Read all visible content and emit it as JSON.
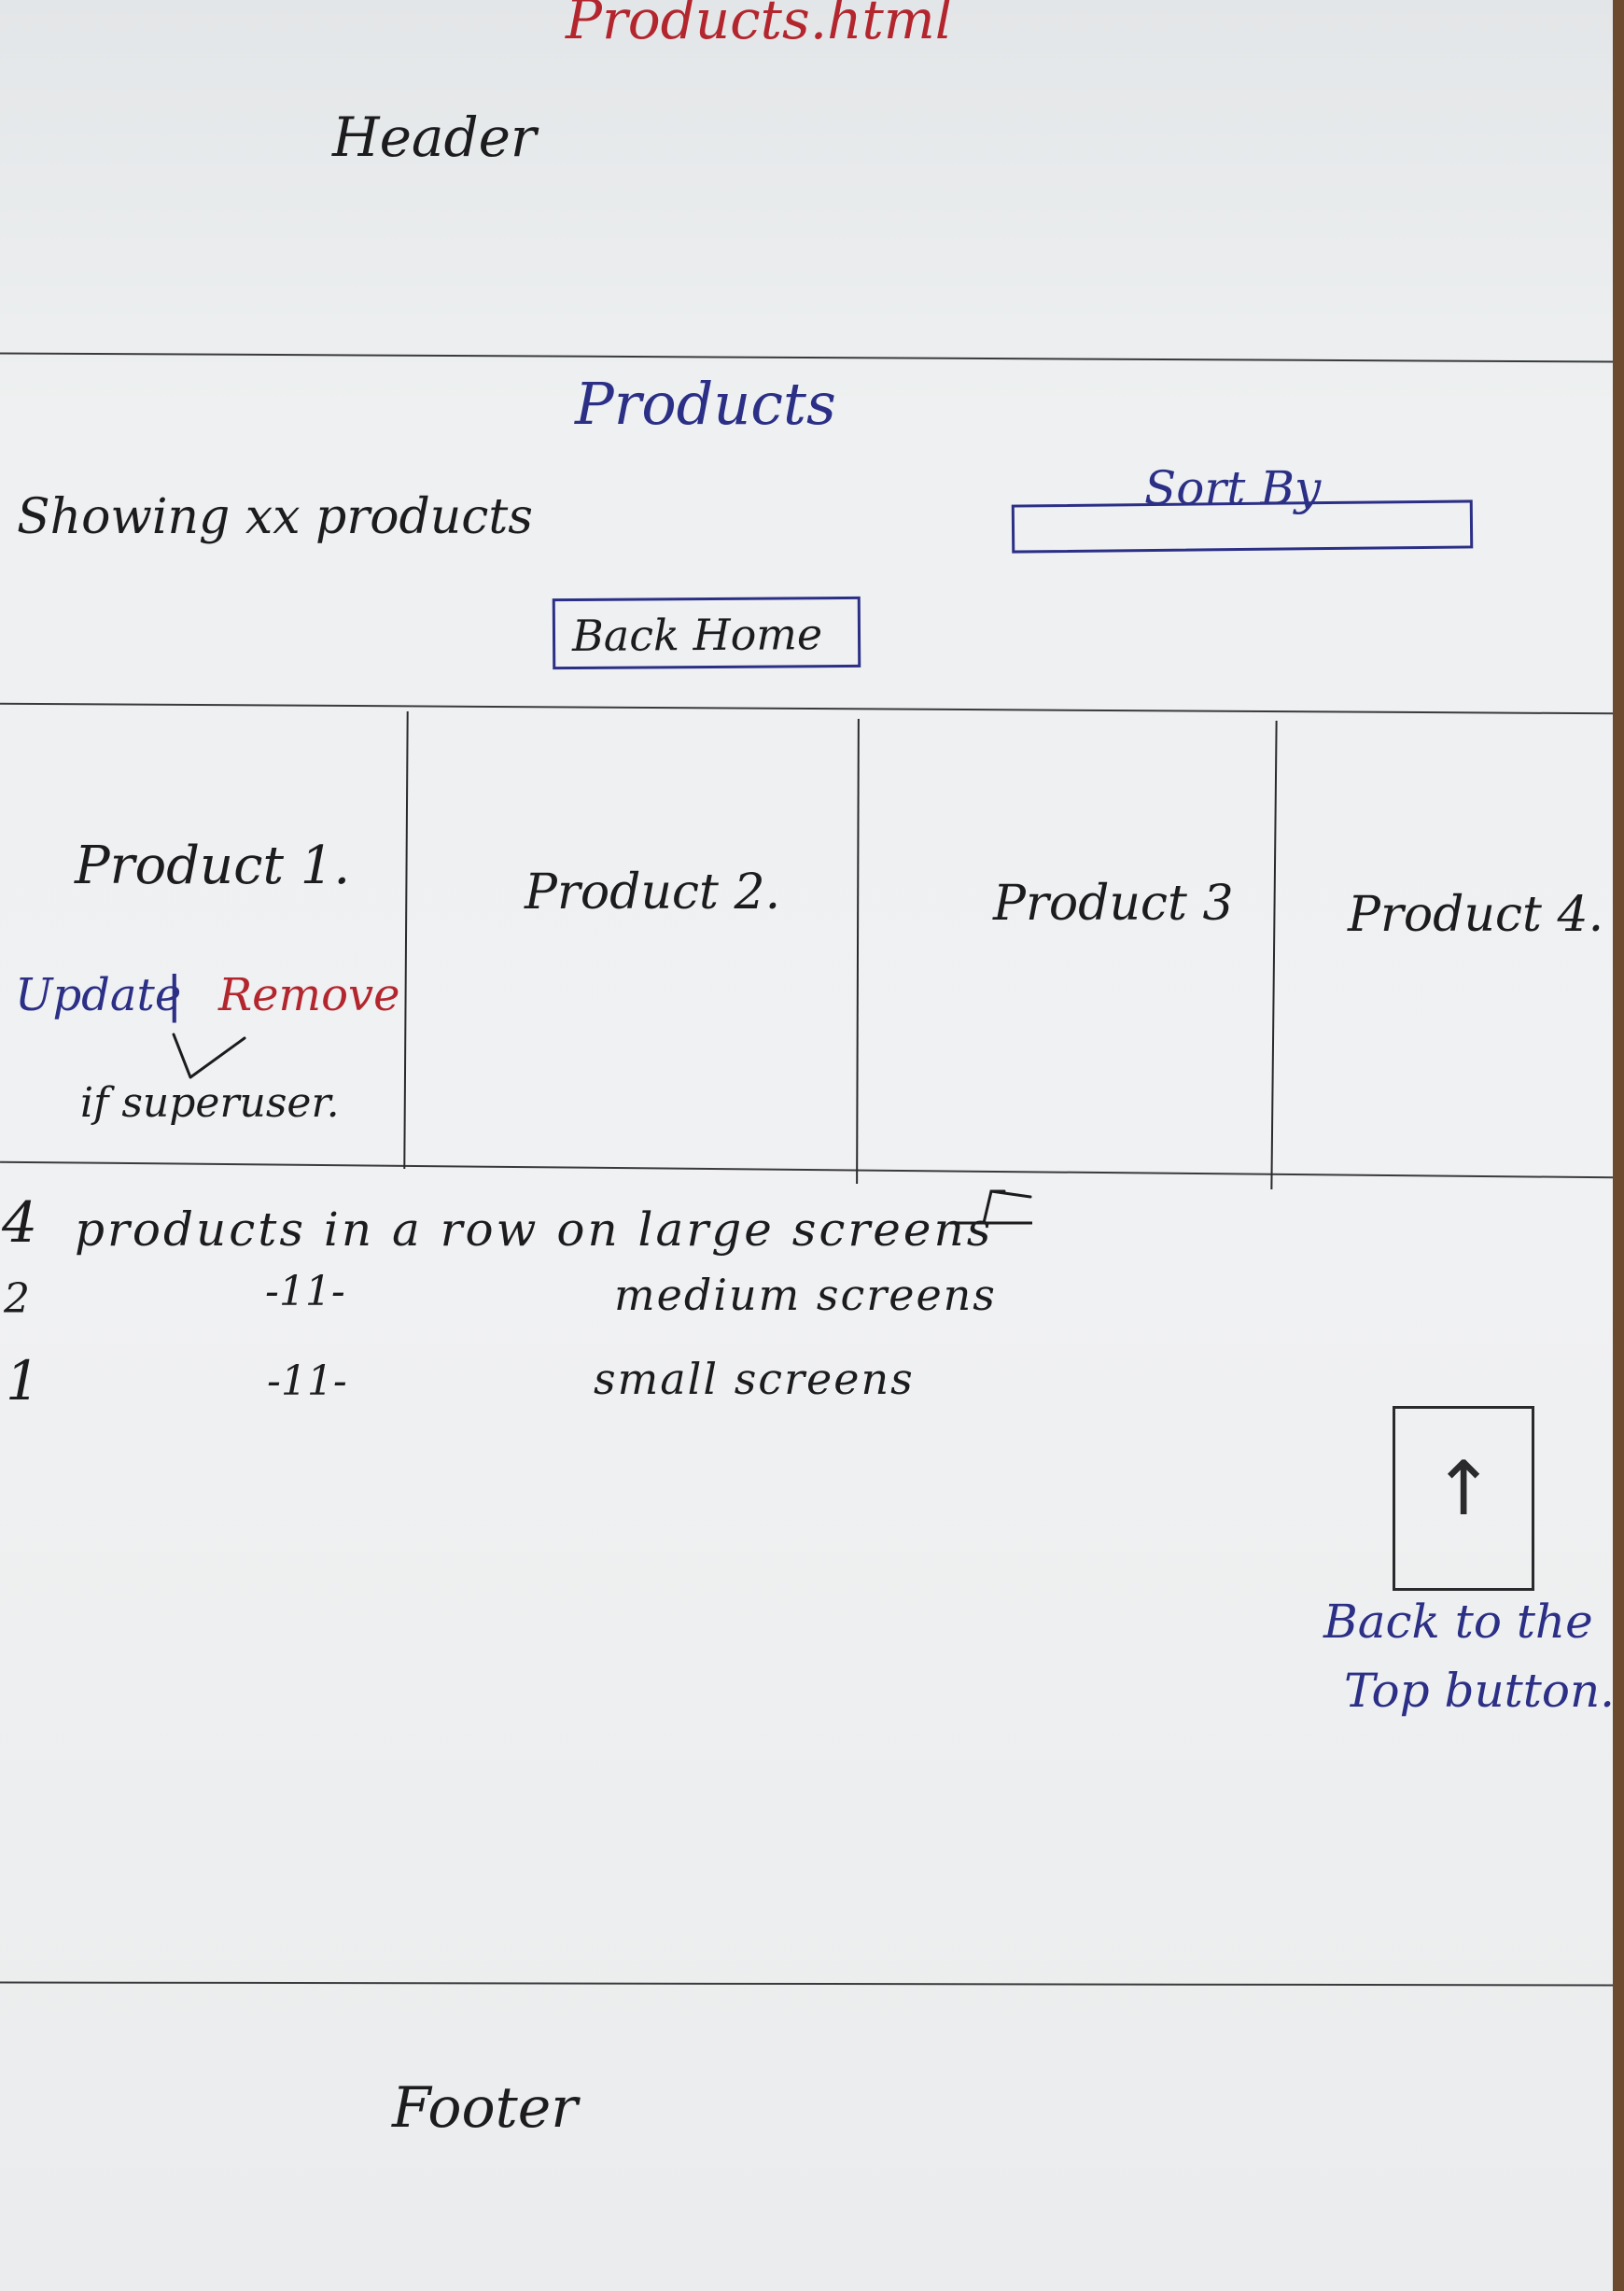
{
  "file_title": "Products.html",
  "header_label": "Header",
  "section_title": "Products",
  "product_count_text": "Showing xx products",
  "sort": {
    "label": "Sort By"
  },
  "back_home_label": "Back Home",
  "products": [
    {
      "name": "Product 1."
    },
    {
      "name": "Product 2."
    },
    {
      "name": "Product 3"
    },
    {
      "name": "Product 4."
    }
  ],
  "admin_actions": {
    "update_label": "Update",
    "separator": "|",
    "remove_label": "Remove",
    "condition_note": "if superuser."
  },
  "layout_notes": [
    {
      "count": "4",
      "text": "products in a row on large screens"
    },
    {
      "count": "2",
      "ditto": "-11-",
      "text": "medium screens"
    },
    {
      "count": "1",
      "ditto": "-11-",
      "text": "small screens"
    }
  ],
  "back_to_top": {
    "icon": "up-arrow-icon",
    "caption_line1": "Back to the",
    "caption_line2": "Top button."
  },
  "footer_label": "Footer",
  "colors": {
    "ink_black": "#1c1c1e",
    "ink_blue": "#2b2f86",
    "ink_red": "#b3262e",
    "paper": "#eef0f1"
  }
}
